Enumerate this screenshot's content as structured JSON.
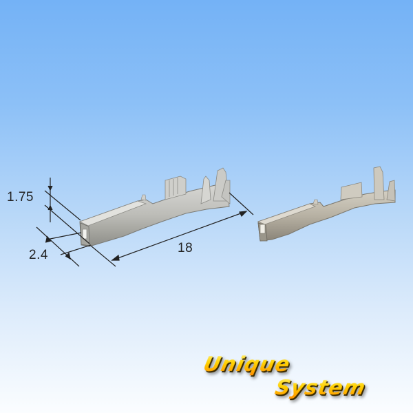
{
  "image": {
    "description": "Product photo of two crimp terminals on gradient blue background",
    "background_top": "#74b2f6",
    "background_bottom": "#fbfdff"
  },
  "dimensions": {
    "height": "1.75",
    "width": "2.4",
    "length": "18"
  },
  "logo": {
    "line1": "Unique",
    "line2": "System",
    "colors": {
      "top": "#fff27a",
      "mid": "#ffd000",
      "bottom": "#ff8a00",
      "shadow": "#3a2a00"
    }
  }
}
